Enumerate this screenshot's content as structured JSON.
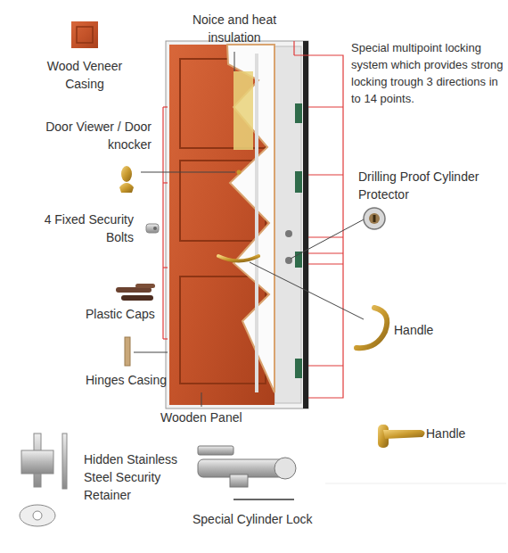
{
  "diagram": {
    "labels": [
      "Noice and heat insulation",
      "Wood Veneer Casing",
      "Special multipoint locking system which provides strong locking trough 3 directions in to 14 points.",
      "Door Viewer / Door knocker",
      "Drilling Proof Cylinder Protector",
      "4 Fixed Security Bolts",
      "Plastic Caps",
      "Handle",
      "Hinges Casing",
      "Wooden Panel",
      "Handle",
      "Hidden Stainless Steel Security Retainer",
      "Special Cylinder Lock"
    ]
  }
}
